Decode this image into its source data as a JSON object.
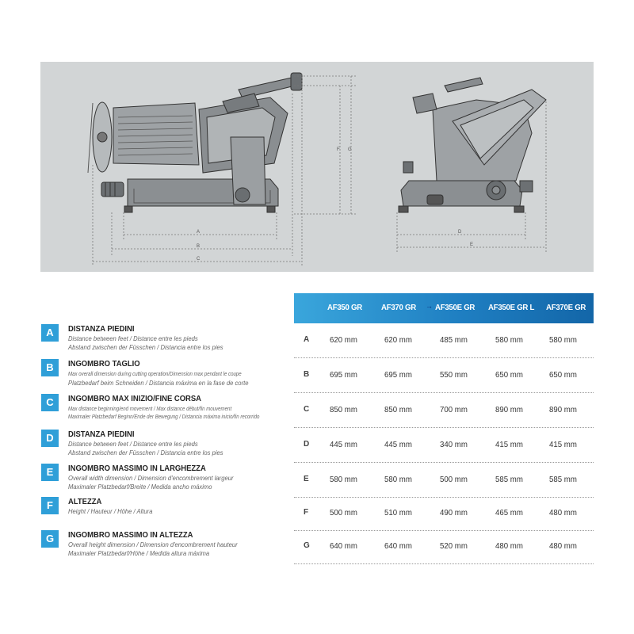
{
  "diagram": {
    "dimension_letters_front": [
      "A",
      "B",
      "C",
      "F",
      "G"
    ],
    "dimension_letters_side": [
      "D",
      "E"
    ]
  },
  "table": {
    "columns": [
      "AF350 GR",
      "AF370 GR",
      "AF350E GR",
      "AF350E GR L",
      "AF370E GR"
    ],
    "rows": [
      {
        "letter": "A",
        "values": [
          "620 mm",
          "620 mm",
          "485 mm",
          "580 mm",
          "580 mm"
        ]
      },
      {
        "letter": "B",
        "values": [
          "695 mm",
          "695 mm",
          "550 mm",
          "650 mm",
          "650 mm"
        ]
      },
      {
        "letter": "C",
        "values": [
          "850 mm",
          "850 mm",
          "700 mm",
          "890 mm",
          "890 mm"
        ]
      },
      {
        "letter": "D",
        "values": [
          "445 mm",
          "445 mm",
          "340 mm",
          "415 mm",
          "415 mm"
        ]
      },
      {
        "letter": "E",
        "values": [
          "580 mm",
          "580 mm",
          "500 mm",
          "585 mm",
          "585 mm"
        ]
      },
      {
        "letter": "F",
        "values": [
          "500 mm",
          "510 mm",
          "490 mm",
          "465 mm",
          "480 mm"
        ]
      },
      {
        "letter": "G",
        "values": [
          "640 mm",
          "640 mm",
          "520 mm",
          "480 mm",
          "480 mm"
        ]
      }
    ]
  },
  "legend": [
    {
      "letter": "A",
      "title": "DISTANZA PIEDINI",
      "lines": [
        "Distance between feet / Distance entre les pieds",
        "Abstand zwischen der Füsschen / Distancia entre los pies"
      ]
    },
    {
      "letter": "B",
      "title": "INGOMBRO TAGLIO",
      "lines": [
        "Max overall dimension during cutting operation/Dimension max pendant le coupe",
        "Platzbedarf beim Schneiden / Distancia máxima en la fase de corte"
      ]
    },
    {
      "letter": "C",
      "title": "INGOMBRO MAX INIZIO/FINE CORSA",
      "lines": [
        "Max distance beginning/end movement / Max distance début/fin mouvement",
        "Maximaler Platzbedarf Beginn/Ende der Bewegung / Distancia máxima inicio/fin recorrido"
      ]
    },
    {
      "letter": "D",
      "title": "DISTANZA PIEDINI",
      "lines": [
        "Distance between feet / Distance entre les pieds",
        "Abstand zwischen der Füsschen / Distancia entre los pies"
      ]
    },
    {
      "letter": "E",
      "title": "INGOMBRO MASSIMO IN LARGHEZZA",
      "lines": [
        "Overall width dimension / Dimension d'encombrement largeur",
        "Maximaler Platzbedarf/Breite / Medida ancho máximo"
      ]
    },
    {
      "letter": "F",
      "title": "ALTEZZA",
      "lines": [
        "Height / Hauteur / Höhe / Altura"
      ]
    },
    {
      "letter": "G",
      "title": "INGOMBRO MASSIMO IN ALTEZZA",
      "lines": [
        "Overall height dimension / Dimension d'encombrement hauteur",
        "Maximaler Platzbedarf/Höhe / Medida altura máxima"
      ]
    }
  ],
  "colors": {
    "accent": "#2f9fd8",
    "header_dark": "#1366a8",
    "panel": "#d2d5d6"
  }
}
